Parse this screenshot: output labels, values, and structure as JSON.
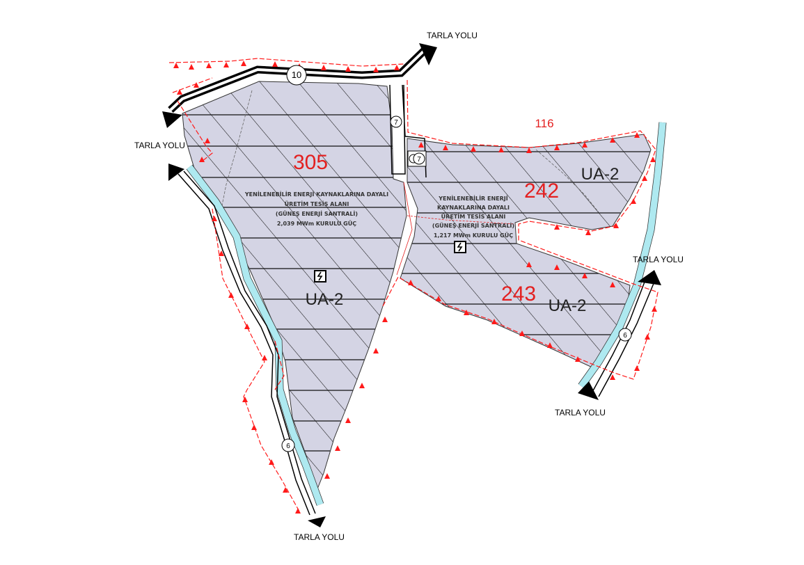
{
  "colors": {
    "parcel_fill": "#d4d4e4",
    "boundary_red": "#ff1a1a",
    "stream": "#aee9f0",
    "road": "#000000",
    "parcel_label": "#e32020"
  },
  "roads": {
    "top_right": "TARLA YOLU",
    "left": "TARLA YOLU",
    "right": "TARLA YOLU",
    "bottom_right": "TARLA YOLU",
    "bottom": "TARLA YOLU"
  },
  "parcels": {
    "p305": "305",
    "p242": "242",
    "p243": "243",
    "p116": "116"
  },
  "zones": {
    "west": "UA-2",
    "east_upper": "UA-2",
    "east_lower": "UA-2"
  },
  "facility_west": {
    "line1": "YENİLENEBİLİR ENERJİ KAYNAKLARINA DAYALI",
    "line2": "ÜRETİM TESİS ALANI",
    "line3": "(GÜNEŞ ENERJİ SANTRALİ)",
    "line4": "2,039 MWm KURULU GÜÇ"
  },
  "facility_east": {
    "line1": "YENİLENEBİLİR ENERJİ",
    "line2": "KAYNAKLARINA DAYALI",
    "line3": "ÜRETİM TESİS ALANI",
    "line4": "(GÜNEŞ ENERJİ SANTRALİ)",
    "line5": "1,217 MWm KURULU GÜÇ"
  },
  "road_widths": {
    "top": "10",
    "vertical": "7",
    "junction": "7",
    "bottom": "6",
    "right": "6"
  },
  "icons": {
    "substation_west": "substation-icon",
    "substation_east": "substation-icon",
    "transformer": "transformer-icon",
    "road_arrow": "arrow-head-icon"
  }
}
